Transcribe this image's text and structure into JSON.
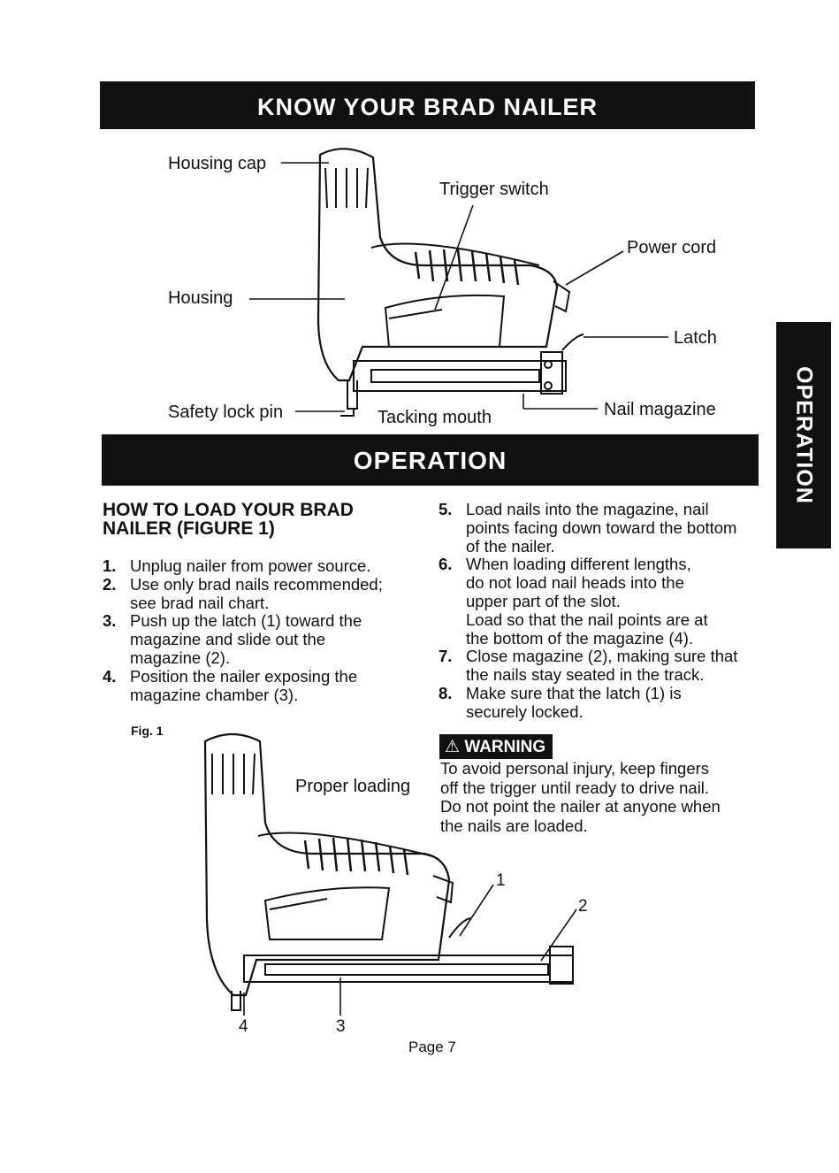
{
  "header": {
    "title": "KNOW YOUR BRAD NAILER"
  },
  "diagram_labels": {
    "housing_cap": "Housing cap",
    "trigger_switch": "Trigger switch",
    "power_cord": "Power cord",
    "housing": "Housing",
    "latch": "Latch",
    "safety_lock_pin": "Safety lock pin",
    "tacking_mouth": "Tacking mouth",
    "nail_magazine": "Nail magazine"
  },
  "section": {
    "title": "OPERATION"
  },
  "side_tab": {
    "label": "OPERATION"
  },
  "load": {
    "title": "HOW TO LOAD YOUR BRAD NAILER  (FIGURE 1)",
    "steps_left": [
      {
        "num": "1.",
        "text": "Unplug nailer from power source."
      },
      {
        "num": "2.",
        "text": "Use only brad nails recommended;\nsee brad nail chart."
      },
      {
        "num": "3.",
        "text": "Push up the latch (1) toward the\nmagazine and slide out the\nmagazine (2)."
      },
      {
        "num": "4.",
        "text": "Position the nailer exposing the\nmagazine chamber (3)."
      }
    ],
    "steps_right": [
      {
        "num": "5.",
        "text": "Load nails into the magazine, nail\npoints facing down toward the bottom\nof the nailer."
      },
      {
        "num": "6.",
        "text": "When loading different lengths,\ndo not load nail heads into the\nupper part of the slot.\nLoad so that the nail points are at\nthe bottom of the magazine (4)."
      },
      {
        "num": "7.",
        "text": "Close magazine (2), making sure that\nthe nails stay seated in the track."
      },
      {
        "num": "8.",
        "text": "Make sure that the latch (1) is\nsecurely locked."
      }
    ]
  },
  "warning": {
    "badge": "WARNING",
    "text": "To avoid personal injury, keep fingers\noff the trigger until ready to drive nail.\nDo not point the nailer at anyone when\nthe nails are loaded."
  },
  "figure1": {
    "label": "Fig. 1",
    "caption": "Proper loading",
    "callouts": [
      "1",
      "2",
      "3",
      "4"
    ]
  },
  "footer": {
    "page": "Page 7"
  }
}
